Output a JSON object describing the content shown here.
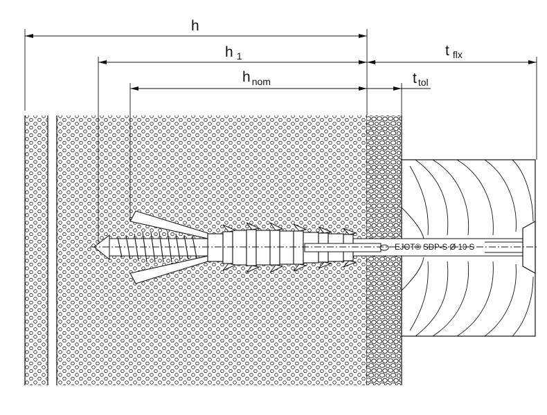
{
  "dimensions": {
    "h": {
      "main": "h",
      "sub": ""
    },
    "h1": {
      "main": "h",
      "sub": "1"
    },
    "hnom": {
      "main": "h",
      "sub": "nom"
    },
    "tflx": {
      "main": "t",
      "sub": "flx"
    },
    "ttol": {
      "main": "t",
      "sub": "tol"
    }
  },
  "anchor_label": "EJOT® SDP-S Ø 10 S",
  "colors": {
    "ink": "#111111",
    "background": "#ffffff"
  }
}
